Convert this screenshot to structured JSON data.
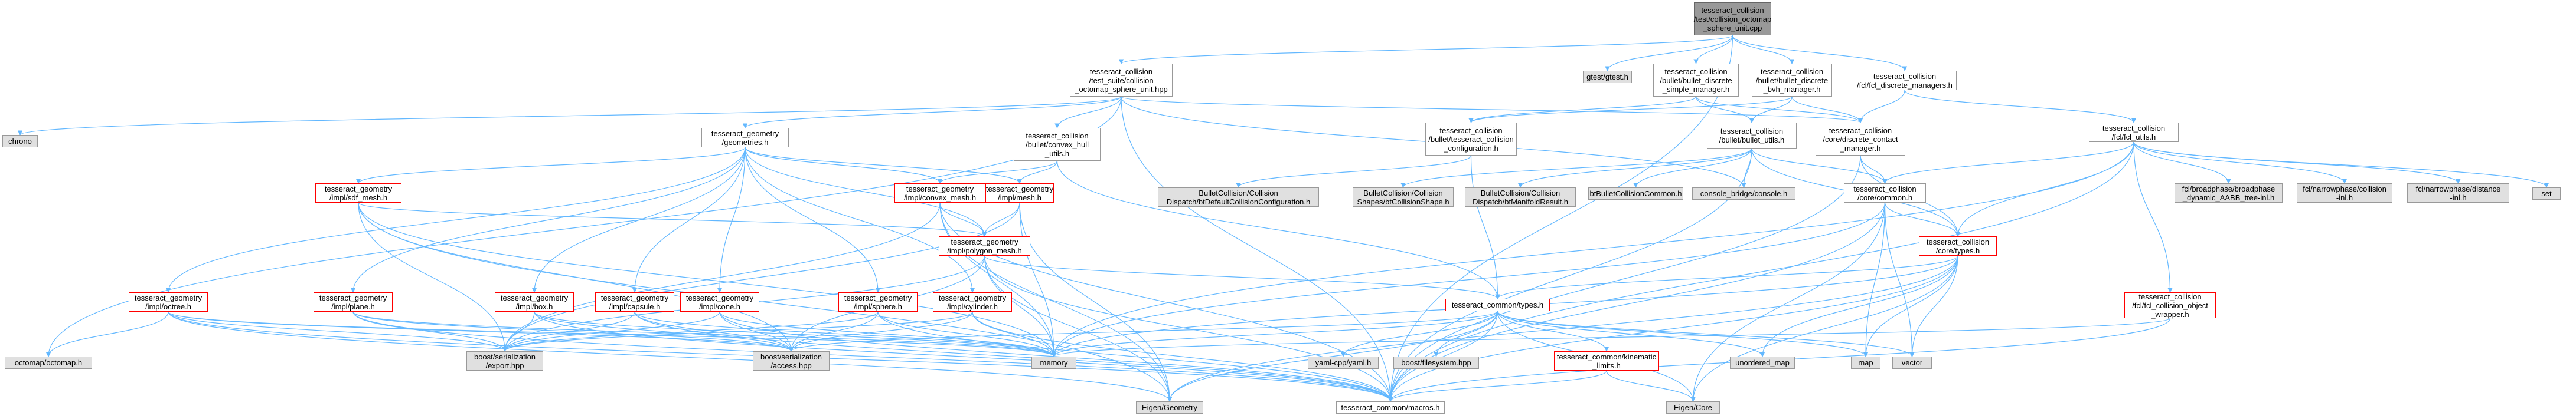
{
  "colors": {
    "edge": "#63b8ff",
    "node_border": "#999999",
    "ext_fill": "#e0e0e0",
    "root_fill": "#999999",
    "red_border": "#ff0000"
  },
  "nodes": [
    {
      "id": "root",
      "label": "tesseract_collision\n/test/collision_octomap\n_sphere_unit.cpp",
      "style": "root"
    },
    {
      "id": "tsuite",
      "label": "tesseract_collision\n/test_suite/collision\n_octomap_sphere_unit.hpp",
      "style": "plain"
    },
    {
      "id": "gtest",
      "label": "gtest/gtest.h",
      "style": "gray"
    },
    {
      "id": "bbsm",
      "label": "tesseract_collision\n/bullet/bullet_discrete\n_simple_manager.h",
      "style": "plain"
    },
    {
      "id": "bbbvh",
      "label": "tesseract_collision\n/bullet/bullet_discrete\n_bvh_manager.h",
      "style": "plain"
    },
    {
      "id": "fcldm",
      "label": "tesseract_collision\n/fcl/fcl_discrete_managers.h",
      "style": "plain"
    },
    {
      "id": "chrono",
      "label": "chrono",
      "style": "gray"
    },
    {
      "id": "geoms",
      "label": "tesseract_geometry\n/geometries.h",
      "style": "plain"
    },
    {
      "id": "convhull",
      "label": "tesseract_collision\n/bullet/convex_hull\n_utils.h",
      "style": "plain"
    },
    {
      "id": "tcconf",
      "label": "tesseract_collision\n/bullet/tesseract_collision\n_configuration.h",
      "style": "plain"
    },
    {
      "id": "bulletu",
      "label": "tesseract_collision\n/bullet/bullet_utils.h",
      "style": "plain"
    },
    {
      "id": "dcm",
      "label": "tesseract_collision\n/core/discrete_contact\n_manager.h",
      "style": "plain"
    },
    {
      "id": "fclu",
      "label": "tesseract_collision\n/fcl/fcl_utils.h",
      "style": "plain"
    },
    {
      "id": "sdfmesh",
      "label": "tesseract_geometry\n/impl/sdf_mesh.h",
      "style": "red"
    },
    {
      "id": "convmesh",
      "label": "tesseract_geometry\n/impl/convex_mesh.h",
      "style": "red"
    },
    {
      "id": "mesh",
      "label": "tesseract_geometry\n/impl/mesh.h",
      "style": "red"
    },
    {
      "id": "btdcc",
      "label": "BulletCollision/Collision\nDispatch/btDefaultCollisionConfiguration.h",
      "style": "gray"
    },
    {
      "id": "btcs",
      "label": "BulletCollision/Collision\nShapes/btCollisionShape.h",
      "style": "gray"
    },
    {
      "id": "btmr",
      "label": "BulletCollision/Collision\nDispatch/btManifoldResult.h",
      "style": "gray"
    },
    {
      "id": "btcommon",
      "label": "btBulletCollisionCommon.h",
      "style": "gray"
    },
    {
      "id": "cbconsole",
      "label": "console_bridge/console.h",
      "style": "gray"
    },
    {
      "id": "corecommon",
      "label": "tesseract_collision\n/core/common.h",
      "style": "plain"
    },
    {
      "id": "fclbp",
      "label": "fcl/broadphase/broadphase\n_dynamic_AABB_tree-inl.h",
      "style": "gray"
    },
    {
      "id": "fclnpc",
      "label": "fcl/narrowphase/collision\n-inl.h",
      "style": "gray"
    },
    {
      "id": "fclnpd",
      "label": "fcl/narrowphase/distance\n-inl.h",
      "style": "gray"
    },
    {
      "id": "set",
      "label": "set",
      "style": "gray"
    },
    {
      "id": "polymesh",
      "label": "tesseract_geometry\n/impl/polygon_mesh.h",
      "style": "red"
    },
    {
      "id": "coretypes",
      "label": "tesseract_collision\n/core/types.h",
      "style": "red"
    },
    {
      "id": "octree",
      "label": "tesseract_geometry\n/impl/octree.h",
      "style": "red"
    },
    {
      "id": "plane",
      "label": "tesseract_geometry\n/impl/plane.h",
      "style": "red"
    },
    {
      "id": "box",
      "label": "tesseract_geometry\n/impl/box.h",
      "style": "red"
    },
    {
      "id": "capsule",
      "label": "tesseract_geometry\n/impl/capsule.h",
      "style": "red"
    },
    {
      "id": "cone",
      "label": "tesseract_geometry\n/impl/cone.h",
      "style": "red"
    },
    {
      "id": "sphere",
      "label": "tesseract_geometry\n/impl/sphere.h",
      "style": "red"
    },
    {
      "id": "cylinder",
      "label": "tesseract_geometry\n/impl/cylinder.h",
      "style": "red"
    },
    {
      "id": "commontypes",
      "label": "tesseract_common/types.h",
      "style": "red"
    },
    {
      "id": "fclcow",
      "label": "tesseract_collision\n/fcl/fcl_collision_object\n_wrapper.h",
      "style": "red"
    },
    {
      "id": "octomap",
      "label": "octomap/octomap.h",
      "style": "gray"
    },
    {
      "id": "bsexport",
      "label": "boost/serialization\n/export.hpp",
      "style": "gray"
    },
    {
      "id": "bsaccess",
      "label": "boost/serialization\n/access.hpp",
      "style": "gray"
    },
    {
      "id": "memory",
      "label": "memory",
      "style": "gray"
    },
    {
      "id": "yaml",
      "label": "yaml-cpp/yaml.h",
      "style": "gray"
    },
    {
      "id": "bfs",
      "label": "boost/filesystem.hpp",
      "style": "gray"
    },
    {
      "id": "kinlim",
      "label": "tesseract_common/kinematic\n_limits.h",
      "style": "red"
    },
    {
      "id": "umap",
      "label": "unordered_map",
      "style": "gray"
    },
    {
      "id": "map",
      "label": "map",
      "style": "gray"
    },
    {
      "id": "vector",
      "label": "vector",
      "style": "gray"
    },
    {
      "id": "eigengeom",
      "label": "Eigen/Geometry",
      "style": "gray"
    },
    {
      "id": "macros",
      "label": "tesseract_common/macros.h",
      "style": "plain"
    },
    {
      "id": "eigencore",
      "label": "Eigen/Core",
      "style": "gray"
    }
  ],
  "edges": [
    [
      "root",
      "tsuite"
    ],
    [
      "root",
      "gtest"
    ],
    [
      "root",
      "bbsm"
    ],
    [
      "root",
      "bbbvh"
    ],
    [
      "root",
      "fcldm"
    ],
    [
      "root",
      "macros"
    ],
    [
      "tsuite",
      "chrono"
    ],
    [
      "tsuite",
      "geoms"
    ],
    [
      "tsuite",
      "convhull"
    ],
    [
      "tsuite",
      "dcm"
    ],
    [
      "tsuite",
      "octomap"
    ],
    [
      "tsuite",
      "cbconsole"
    ],
    [
      "tsuite",
      "macros"
    ],
    [
      "bbsm",
      "tcconf"
    ],
    [
      "bbsm",
      "bulletu"
    ],
    [
      "bbsm",
      "dcm"
    ],
    [
      "bbbvh",
      "tcconf"
    ],
    [
      "bbbvh",
      "bulletu"
    ],
    [
      "bbbvh",
      "dcm"
    ],
    [
      "fcldm",
      "dcm"
    ],
    [
      "fcldm",
      "fclu"
    ],
    [
      "geoms",
      "sdfmesh"
    ],
    [
      "geoms",
      "convmesh"
    ],
    [
      "geoms",
      "mesh"
    ],
    [
      "geoms",
      "polymesh"
    ],
    [
      "geoms",
      "octree"
    ],
    [
      "geoms",
      "plane"
    ],
    [
      "geoms",
      "box"
    ],
    [
      "geoms",
      "capsule"
    ],
    [
      "geoms",
      "cone"
    ],
    [
      "geoms",
      "sphere"
    ],
    [
      "geoms",
      "cylinder"
    ],
    [
      "convhull",
      "convmesh"
    ],
    [
      "convhull",
      "mesh"
    ],
    [
      "convhull",
      "commontypes"
    ],
    [
      "tcconf",
      "btdcc"
    ],
    [
      "tcconf",
      "commontypes"
    ],
    [
      "bulletu",
      "btcs"
    ],
    [
      "bulletu",
      "btmr"
    ],
    [
      "bulletu",
      "btcommon"
    ],
    [
      "bulletu",
      "cbconsole"
    ],
    [
      "bulletu",
      "corecommon"
    ],
    [
      "bulletu",
      "coretypes"
    ],
    [
      "bulletu",
      "macros"
    ],
    [
      "dcm",
      "corecommon"
    ],
    [
      "dcm",
      "coretypes"
    ],
    [
      "dcm",
      "macros"
    ],
    [
      "fclu",
      "fclbp"
    ],
    [
      "fclu",
      "fclnpc"
    ],
    [
      "fclu",
      "fclnpd"
    ],
    [
      "fclu",
      "set"
    ],
    [
      "fclu",
      "corecommon"
    ],
    [
      "fclu",
      "coretypes"
    ],
    [
      "fclu",
      "fclcow"
    ],
    [
      "fclu",
      "memory"
    ],
    [
      "fclu",
      "macros"
    ],
    [
      "sdfmesh",
      "polymesh"
    ],
    [
      "sdfmesh",
      "bsexport"
    ],
    [
      "sdfmesh",
      "bsaccess"
    ],
    [
      "sdfmesh",
      "memory"
    ],
    [
      "sdfmesh",
      "eigengeom"
    ],
    [
      "convmesh",
      "polymesh"
    ],
    [
      "convmesh",
      "bsexport"
    ],
    [
      "convmesh",
      "memory"
    ],
    [
      "convmesh",
      "eigengeom"
    ],
    [
      "convmesh",
      "macros"
    ],
    [
      "mesh",
      "polymesh"
    ],
    [
      "mesh",
      "bsexport"
    ],
    [
      "mesh",
      "memory"
    ],
    [
      "mesh",
      "eigengeom"
    ],
    [
      "polymesh",
      "commontypes"
    ],
    [
      "polymesh",
      "bsexport"
    ],
    [
      "polymesh",
      "bsaccess"
    ],
    [
      "polymesh",
      "memory"
    ],
    [
      "polymesh",
      "eigengeom"
    ],
    [
      "polymesh",
      "macros"
    ],
    [
      "corecommon",
      "coretypes"
    ],
    [
      "corecommon",
      "memory"
    ],
    [
      "corecommon",
      "map"
    ],
    [
      "corecommon",
      "vector"
    ],
    [
      "corecommon",
      "eigencore"
    ],
    [
      "corecommon",
      "macros"
    ],
    [
      "coretypes",
      "commontypes"
    ],
    [
      "coretypes",
      "umap"
    ],
    [
      "coretypes",
      "map"
    ],
    [
      "coretypes",
      "vector"
    ],
    [
      "coretypes",
      "memory"
    ],
    [
      "coretypes",
      "eigengeom"
    ],
    [
      "coretypes",
      "macros"
    ],
    [
      "coretypes",
      "eigencore"
    ],
    [
      "octree",
      "octomap"
    ],
    [
      "octree",
      "bsexport"
    ],
    [
      "octree",
      "bsaccess"
    ],
    [
      "octree",
      "memory"
    ],
    [
      "octree",
      "eigengeom"
    ],
    [
      "octree",
      "macros"
    ],
    [
      "plane",
      "bsexport"
    ],
    [
      "plane",
      "bsaccess"
    ],
    [
      "plane",
      "memory"
    ],
    [
      "plane",
      "macros"
    ],
    [
      "box",
      "bsexport"
    ],
    [
      "box",
      "bsaccess"
    ],
    [
      "box",
      "memory"
    ],
    [
      "box",
      "macros"
    ],
    [
      "capsule",
      "bsexport"
    ],
    [
      "capsule",
      "bsaccess"
    ],
    [
      "capsule",
      "memory"
    ],
    [
      "capsule",
      "macros"
    ],
    [
      "cone",
      "bsexport"
    ],
    [
      "cone",
      "bsaccess"
    ],
    [
      "cone",
      "memory"
    ],
    [
      "cone",
      "macros"
    ],
    [
      "sphere",
      "bsexport"
    ],
    [
      "sphere",
      "bsaccess"
    ],
    [
      "sphere",
      "memory"
    ],
    [
      "sphere",
      "macros"
    ],
    [
      "cylinder",
      "bsexport"
    ],
    [
      "cylinder",
      "bsaccess"
    ],
    [
      "cylinder",
      "memory"
    ],
    [
      "cylinder",
      "macros"
    ],
    [
      "commontypes",
      "bsaccess"
    ],
    [
      "commontypes",
      "memory"
    ],
    [
      "commontypes",
      "yaml"
    ],
    [
      "commontypes",
      "bfs"
    ],
    [
      "commontypes",
      "kinlim"
    ],
    [
      "commontypes",
      "umap"
    ],
    [
      "commontypes",
      "map"
    ],
    [
      "commontypes",
      "vector"
    ],
    [
      "commontypes",
      "eigengeom"
    ],
    [
      "commontypes",
      "macros"
    ],
    [
      "commontypes",
      "eigencore"
    ],
    [
      "kinlim",
      "eigencore"
    ],
    [
      "kinlim",
      "macros"
    ],
    [
      "fclcow",
      "memory"
    ],
    [
      "fclcow",
      "macros"
    ]
  ]
}
